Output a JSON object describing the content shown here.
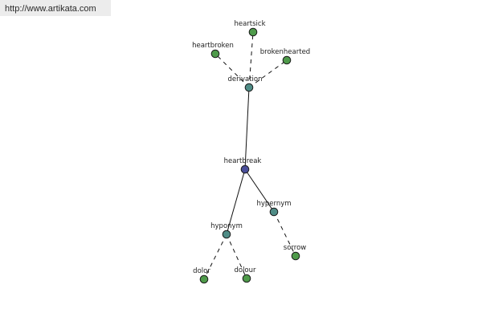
{
  "watermark": {
    "text": "http://www.artikata.com"
  },
  "colors": {
    "root": "#4a4f9a",
    "relation": "#4f8c86",
    "word": "#4e9a4a",
    "edge": "#111111"
  },
  "graph": {
    "nodes": [
      {
        "id": "heartbreak",
        "label": "heartbreak",
        "kind": "root"
      },
      {
        "id": "derivation",
        "label": "derivation",
        "kind": "relation"
      },
      {
        "id": "hypernym",
        "label": "hypernym",
        "kind": "relation"
      },
      {
        "id": "hyponym",
        "label": "hyponym",
        "kind": "relation"
      },
      {
        "id": "heartsick",
        "label": "heartsick",
        "kind": "word"
      },
      {
        "id": "heartbroken",
        "label": "heartbroken",
        "kind": "word"
      },
      {
        "id": "brokenhearted",
        "label": "brokenhearted",
        "kind": "word"
      },
      {
        "id": "sorrow",
        "label": "sorrow",
        "kind": "word"
      },
      {
        "id": "dolor",
        "label": "dolor",
        "kind": "word"
      },
      {
        "id": "dolour",
        "label": "dolour",
        "kind": "word"
      }
    ],
    "edges": [
      {
        "from": "heartbreak",
        "to": "derivation",
        "style": "solid"
      },
      {
        "from": "heartbreak",
        "to": "hypernym",
        "style": "solid"
      },
      {
        "from": "heartbreak",
        "to": "hyponym",
        "style": "solid"
      },
      {
        "from": "derivation",
        "to": "heartsick",
        "style": "dashed"
      },
      {
        "from": "derivation",
        "to": "heartbroken",
        "style": "dashed"
      },
      {
        "from": "derivation",
        "to": "brokenhearted",
        "style": "dashed"
      },
      {
        "from": "hypernym",
        "to": "sorrow",
        "style": "dashed"
      },
      {
        "from": "hyponym",
        "to": "dolor",
        "style": "dashed"
      },
      {
        "from": "hyponym",
        "to": "dolour",
        "style": "dashed"
      }
    ]
  }
}
